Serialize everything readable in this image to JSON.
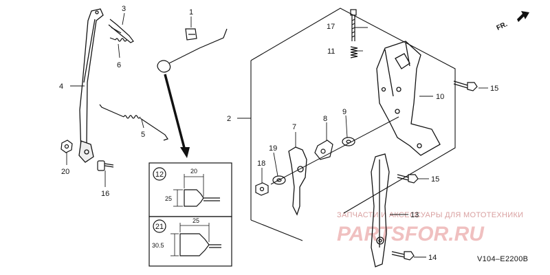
{
  "callouts": {
    "c1": "1",
    "c2": "2",
    "c3": "3",
    "c4": "4",
    "c5": "5",
    "c6": "6",
    "c7": "7",
    "c8": "8",
    "c9": "9",
    "c10": "10",
    "c11": "11",
    "c13": "13",
    "c14": "14",
    "c15a": "15",
    "c15b": "15",
    "c16": "16",
    "c17": "17",
    "c18": "18",
    "c19": "19",
    "c20": "20"
  },
  "detail_boxes": [
    {
      "label": "12",
      "dim_width": "20",
      "dim_height": "25"
    },
    {
      "label": "21",
      "dim_width": "25",
      "dim_height": "30.5"
    }
  ],
  "direction": "FR.",
  "diagram_code": "V104–E2200B",
  "watermark": {
    "tagline": "ЗАПЧАСТИ И АКСЕССУАРЫ ДЛЯ МОТОТЕХНИКИ",
    "logo": "PARTSFOR.RU"
  }
}
